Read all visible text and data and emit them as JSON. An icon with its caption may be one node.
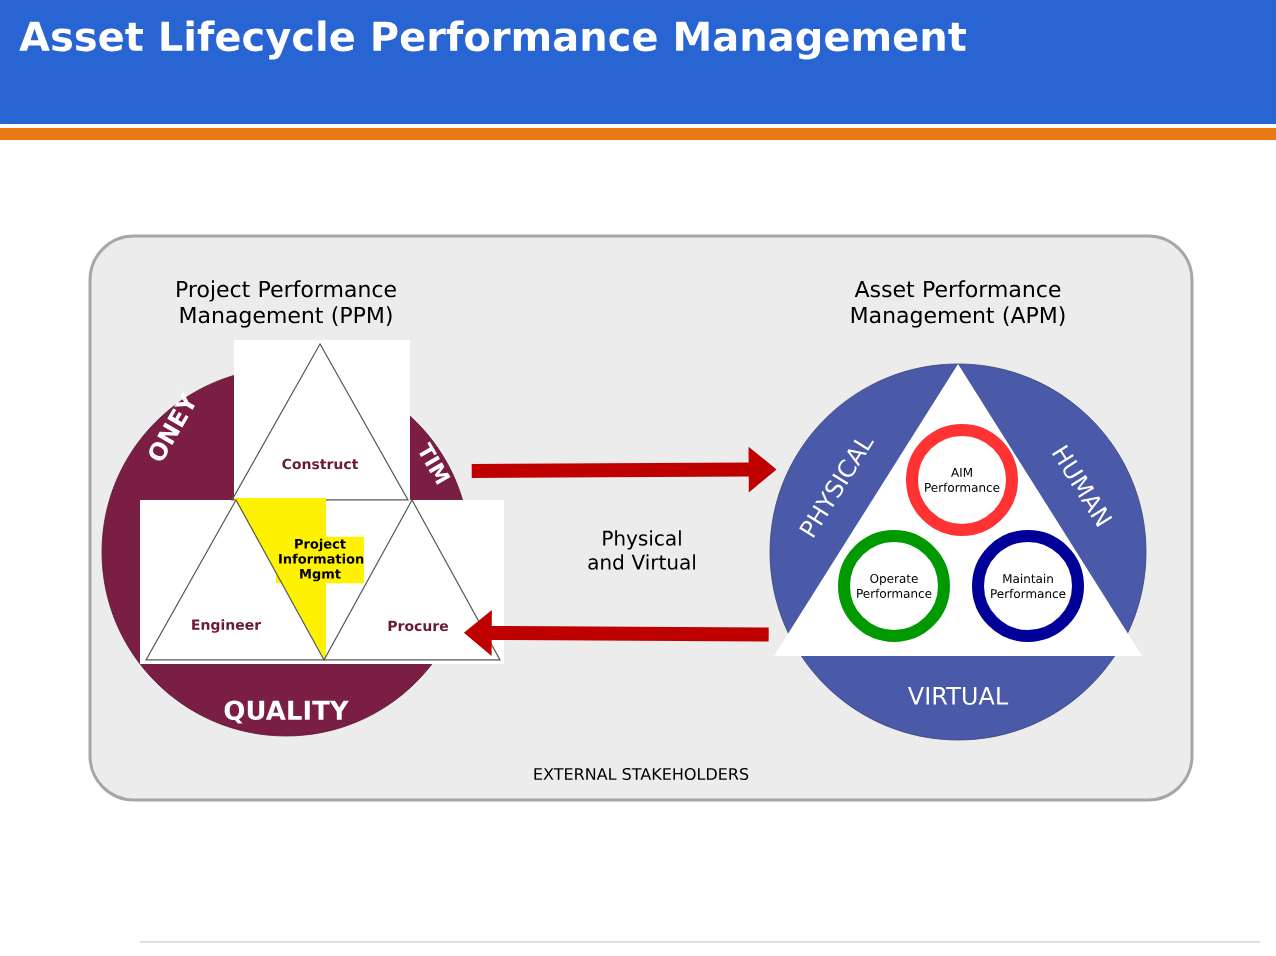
{
  "diagram": {
    "title": "Asset Lifecycle Performance Management",
    "nodes": [
      {
        "text": [
          "EXTERNAL STAKEHOLDERS"
        ]
      },
      {
        "text": [
          "Project Performance Management (PPM)",
          "ONEY",
          "TIM",
          "QUALITY"
        ],
        "in": 0
      },
      {
        "text": [
          "Construct"
        ],
        "in": 1
      },
      {
        "text": [
          "Project Information Mgmt"
        ],
        "in": 1
      },
      {
        "text": [
          "Engineer"
        ],
        "in": 1
      },
      {
        "text": [
          "Procure"
        ],
        "in": 1
      },
      {
        "text": [
          "Asset Performance Management (APM)",
          "PHYSICAL",
          "HUMAN",
          "VIRTUAL"
        ],
        "in": 0
      },
      {
        "text": [
          "AIM Performance"
        ],
        "in": 6
      },
      {
        "text": [
          "Operate Performance"
        ],
        "in": 6
      },
      {
        "text": [
          "Maintain Performance"
        ],
        "in": 6
      }
    ],
    "edges": [
      {
        "from": 1,
        "to": 6,
        "arrow": "to"
      },
      {
        "from": 6,
        "to": 1,
        "arrow": "to"
      }
    ],
    "labels": [
      "Physical and Virtual"
    ]
  }
}
